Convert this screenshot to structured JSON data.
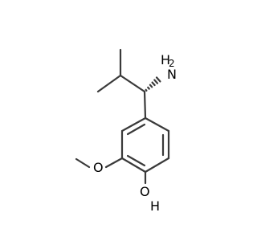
{
  "molecule": {
    "labels": {
      "amine_h2": "H",
      "amine_h2_sub": "2",
      "amine_n": "N",
      "hydroxyl_o": "O",
      "hydroxyl_h": "H",
      "methoxy_o": "O"
    },
    "colors": {
      "bond": "#3a3a3a",
      "text": "#000000",
      "background": "#ffffff"
    }
  }
}
